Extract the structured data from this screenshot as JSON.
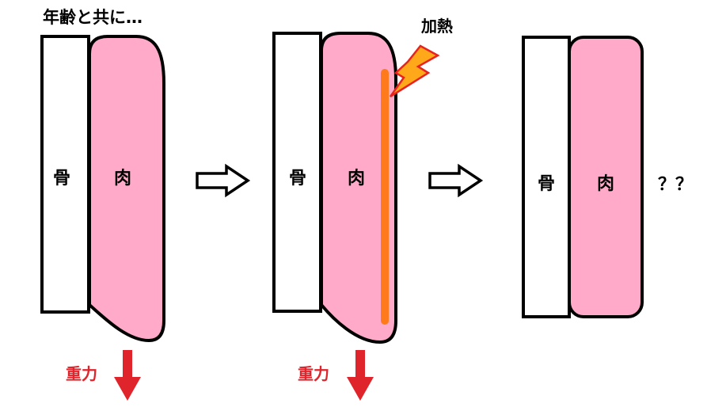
{
  "panels": [
    {
      "caption": "年齢と共に…",
      "bone_label": "骨",
      "meat_label": "肉",
      "gravity_label": "重力"
    },
    {
      "heat_label": "加熱",
      "bone_label": "骨",
      "meat_label": "肉",
      "gravity_label": "重力"
    },
    {
      "bone_label": "骨",
      "meat_label": "肉",
      "question": "？？"
    }
  ],
  "colors": {
    "meat": "#ffaac8",
    "outline": "#000000",
    "heat_stripe": "#ff7a1a",
    "bolt": "#ffa81a",
    "bolt_outline": "#e8231e",
    "gravity": "#e0242b"
  }
}
